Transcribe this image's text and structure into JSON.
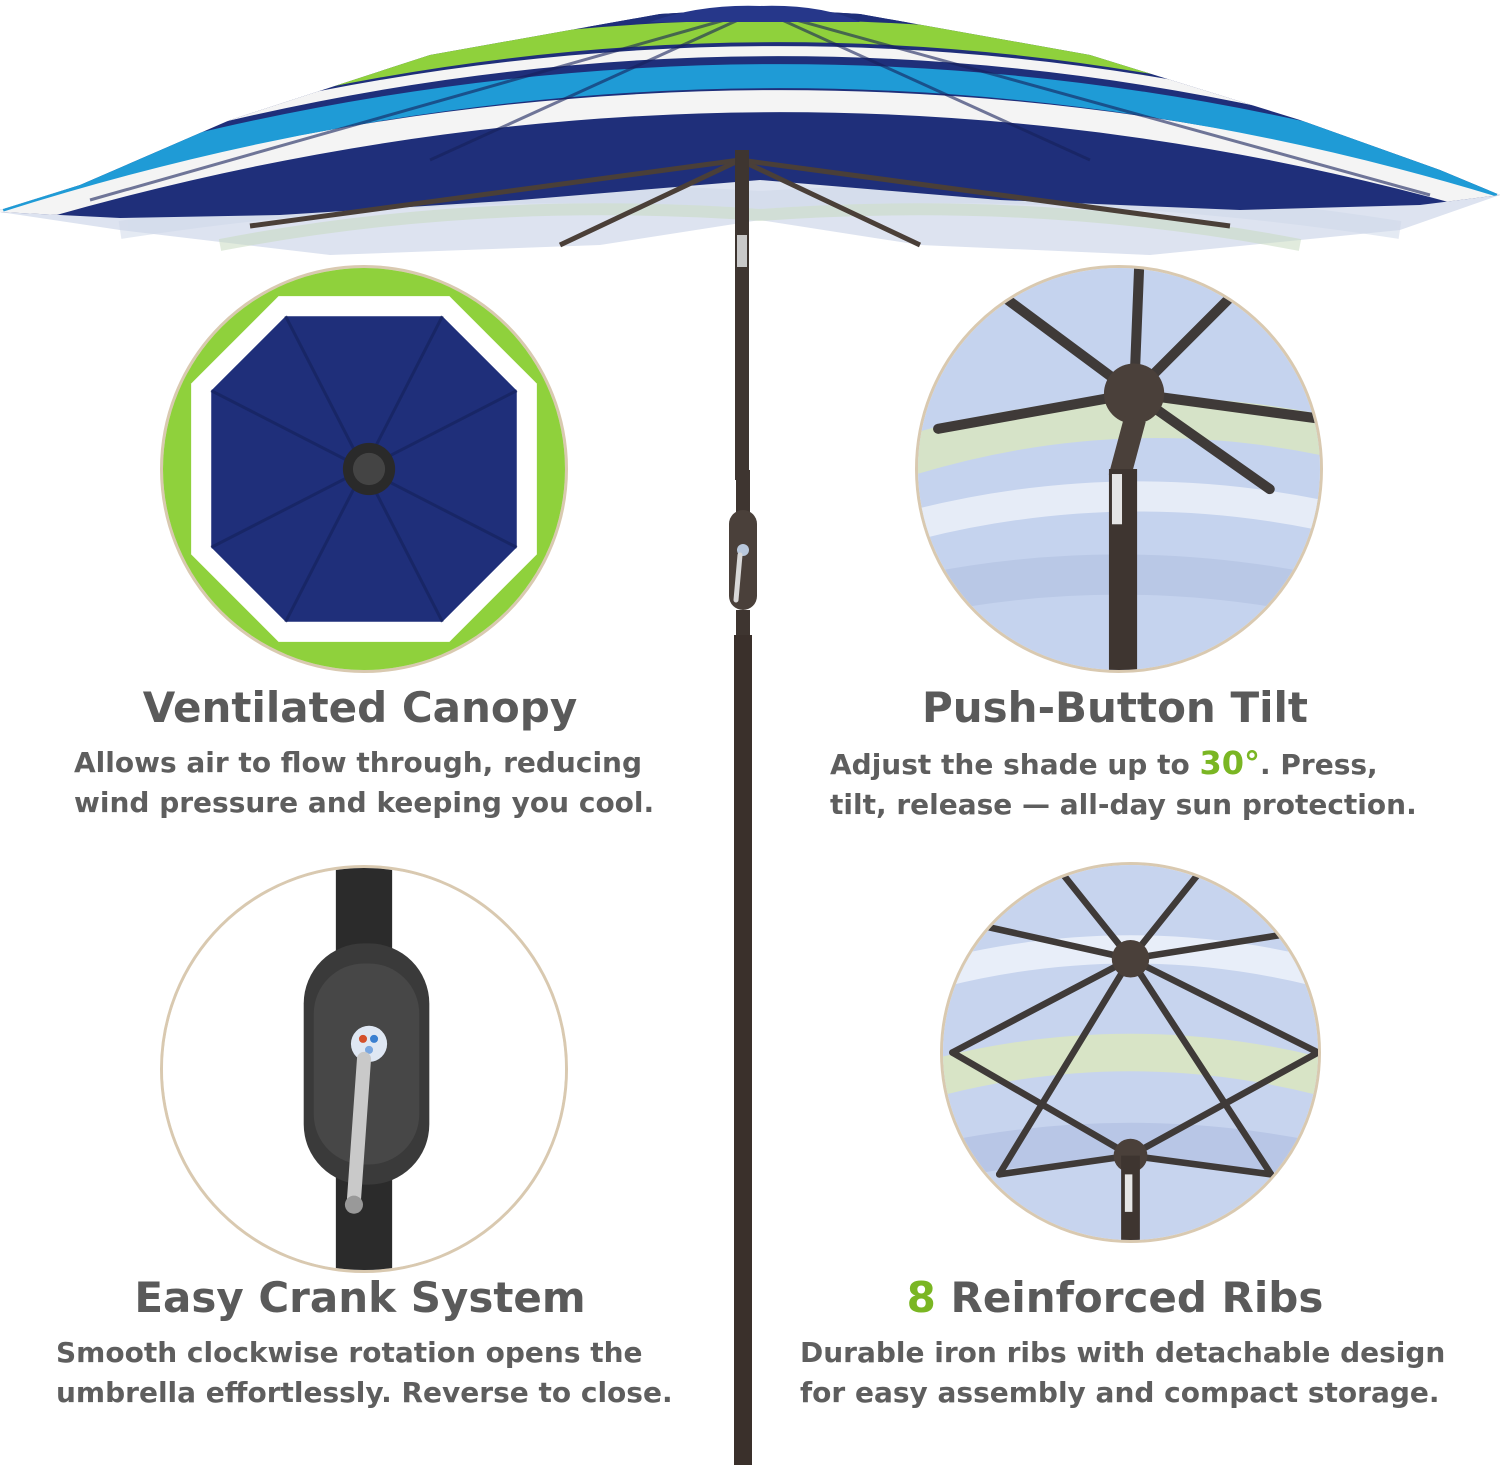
{
  "features": {
    "canopy": {
      "title": "Ventilated Canopy",
      "desc_line1": "Allows air to flow through, reducing",
      "desc_line2": "wind pressure and keeping you cool."
    },
    "tilt": {
      "title": "Push-Button Tilt",
      "desc_pre": "Adjust the shade up to ",
      "desc_highlight": "30°",
      "desc_post": ". Press,",
      "desc_line2": "tilt, release — all-day sun protection."
    },
    "crank": {
      "title": "Easy Crank System",
      "desc_line1": "Smooth clockwise rotation opens the",
      "desc_line2": "umbrella effortlessly. Reverse to close."
    },
    "ribs": {
      "title_highlight": "8",
      "title_rest": " Reinforced Ribs",
      "desc_line1": "Durable iron ribs with detachable design",
      "desc_line2": "for easy assembly and compact storage."
    }
  },
  "colors": {
    "heading": "#5a5a5a",
    "body_text": "#5e5e5e",
    "accent_green": "#7ab623",
    "canopy_navy": "#1f2f7a",
    "canopy_blue": "#1f9bd6",
    "canopy_green": "#8fd13c",
    "pole_bronze": "#3e3530",
    "circle_border": "#d9c9b0"
  }
}
